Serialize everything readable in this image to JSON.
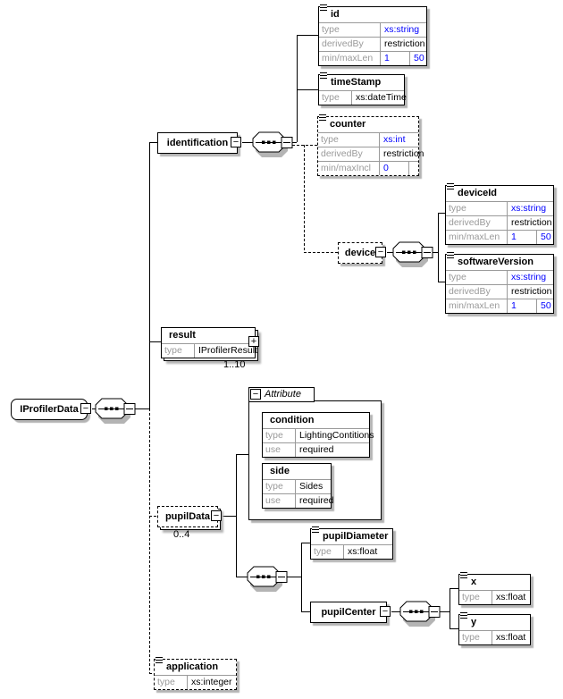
{
  "colors": {
    "type_link_blue": "#0000ff",
    "label_gray": "#9a9a9a",
    "border_black": "#000000",
    "shadow_gray": "#b4b4b4"
  },
  "icons": {
    "collapse": "−",
    "expand": "+"
  },
  "root": {
    "name": "IProfilerData"
  },
  "nodes": {
    "identification": {
      "name": "identification"
    },
    "id": {
      "name": "id",
      "rows": [
        {
          "label": "type",
          "value": "xs:string"
        },
        {
          "label": "derivedBy",
          "value": "restriction"
        },
        {
          "label": "min/maxLen",
          "value": "1",
          "value2": "50"
        }
      ]
    },
    "timeStamp": {
      "name": "timeStamp",
      "rows": [
        {
          "label": "type",
          "value": "xs:dateTime"
        }
      ]
    },
    "counter": {
      "name": "counter",
      "rows": [
        {
          "label": "type",
          "value": "xs:int"
        },
        {
          "label": "derivedBy",
          "value": "restriction"
        },
        {
          "label": "min/maxIncl",
          "value": "0",
          "value2": ""
        }
      ]
    },
    "device": {
      "name": "device"
    },
    "deviceId": {
      "name": "deviceId",
      "rows": [
        {
          "label": "type",
          "value": "xs:string"
        },
        {
          "label": "derivedBy",
          "value": "restriction"
        },
        {
          "label": "min/maxLen",
          "value": "1",
          "value2": "50"
        }
      ]
    },
    "softwareVersion": {
      "name": "softwareVersion",
      "rows": [
        {
          "label": "type",
          "value": "xs:string"
        },
        {
          "label": "derivedBy",
          "value": "restriction"
        },
        {
          "label": "min/maxLen",
          "value": "1",
          "value2": "50"
        }
      ]
    },
    "result": {
      "name": "result",
      "occurrence": "1..10",
      "rows": [
        {
          "label": "type",
          "value": "IProfilerResult"
        }
      ]
    },
    "attributeGroup": {
      "label": "Attribute"
    },
    "condition": {
      "name": "condition",
      "rows": [
        {
          "label": "type",
          "value": "LightingContitions"
        },
        {
          "label": "use",
          "value": "required"
        }
      ]
    },
    "side": {
      "name": "side",
      "rows": [
        {
          "label": "type",
          "value": "Sides"
        },
        {
          "label": "use",
          "value": "required"
        }
      ]
    },
    "pupilData": {
      "name": "pupilData",
      "occurrence": "0..4"
    },
    "pupilDiameter": {
      "name": "pupilDiameter",
      "rows": [
        {
          "label": "type",
          "value": "xs:float"
        }
      ]
    },
    "pupilCenter": {
      "name": "pupilCenter"
    },
    "x": {
      "name": "x",
      "rows": [
        {
          "label": "type",
          "value": "xs:float"
        }
      ]
    },
    "y": {
      "name": "y",
      "rows": [
        {
          "label": "type",
          "value": "xs:float"
        }
      ]
    },
    "application": {
      "name": "application",
      "rows": [
        {
          "label": "type",
          "value": "xs:integer"
        }
      ]
    }
  }
}
